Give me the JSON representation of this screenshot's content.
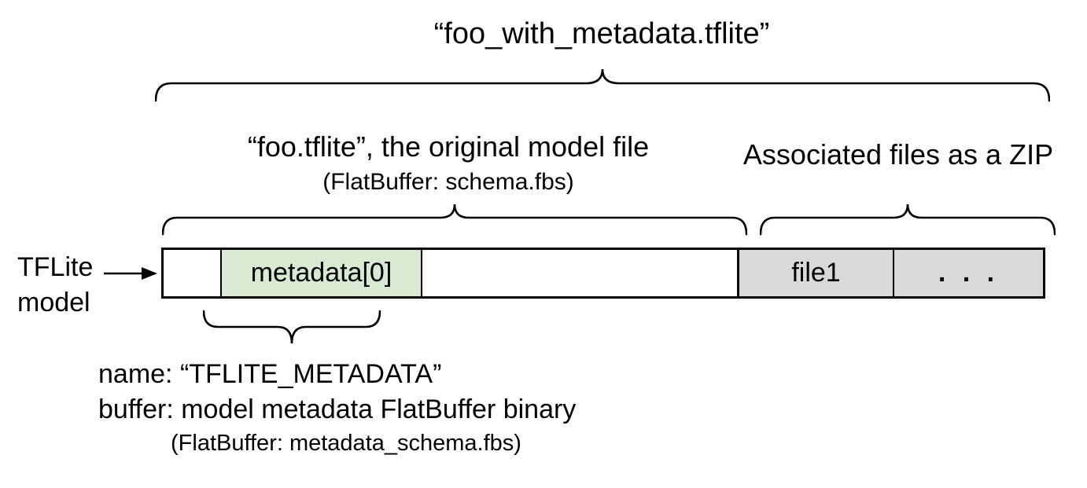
{
  "diagram": {
    "title": "“foo_with_metadata.tflite”",
    "model_section": {
      "heading": "“foo.tflite”, the original model file",
      "subheading": "(FlatBuffer: schema.fbs)"
    },
    "zip_section": {
      "heading": "Associated files as a ZIP"
    },
    "model_pointer": {
      "line1": "TFLite",
      "line2": "model"
    },
    "bar": {
      "segments": [
        {
          "name": "header",
          "label": "",
          "fill": "#ffffff"
        },
        {
          "name": "metadata",
          "label": "metadata[0]",
          "fill": "#d9ead3"
        },
        {
          "name": "model-body",
          "label": "",
          "fill": "#ffffff"
        },
        {
          "name": "file1",
          "label": "file1",
          "fill": "#d9d9d9"
        },
        {
          "name": "more-files",
          "label": ". . .",
          "fill": "#d9d9d9"
        }
      ]
    },
    "metadata_annotation": {
      "line1": "name: “TFLITE_METADATA”",
      "line2": "buffer: model metadata FlatBuffer binary",
      "line3": "(FlatBuffer: metadata_schema.fbs)"
    },
    "colors": {
      "metadata_fill": "#d9ead3",
      "file_fill": "#d9d9d9",
      "line": "#000000",
      "background": "#ffffff"
    }
  }
}
